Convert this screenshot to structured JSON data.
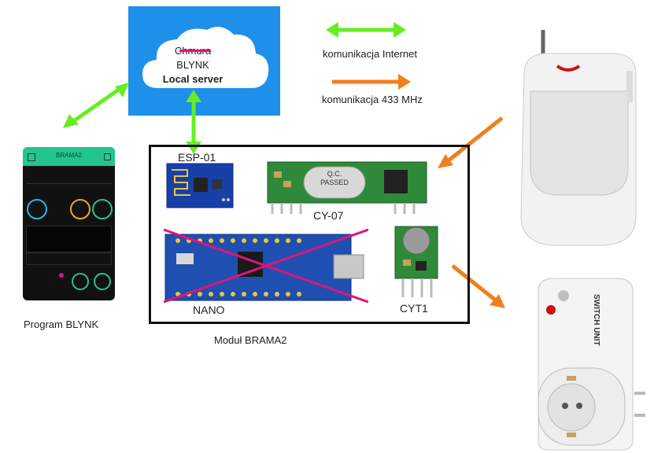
{
  "cloud": {
    "line1": "Chmura",
    "line2": "BLYNK",
    "line3": "Local server"
  },
  "legend": {
    "internet_label": "komunikacja Internet",
    "rf_label": "komunikacja 433 MHz",
    "internet_color": "#66ee22",
    "rf_color": "#f07f1e"
  },
  "phone": {
    "caption": "Program BLYNK",
    "header_title": "BRAMA2",
    "accent_color": "#23c48e"
  },
  "module": {
    "caption": "Moduł BRAMA2",
    "esp_label": "ESP-01",
    "receiver_label": "CY-07",
    "receiver_sticker": [
      "Q.C.",
      "PASSED"
    ],
    "nano_label": "NANO",
    "transmitter_label": "CYT1"
  },
  "devices": {
    "sensor_icon": "pir-motion-sensor-icon",
    "socket_text": "SWITCH UNIT",
    "socket_icon": "remote-socket-icon"
  }
}
